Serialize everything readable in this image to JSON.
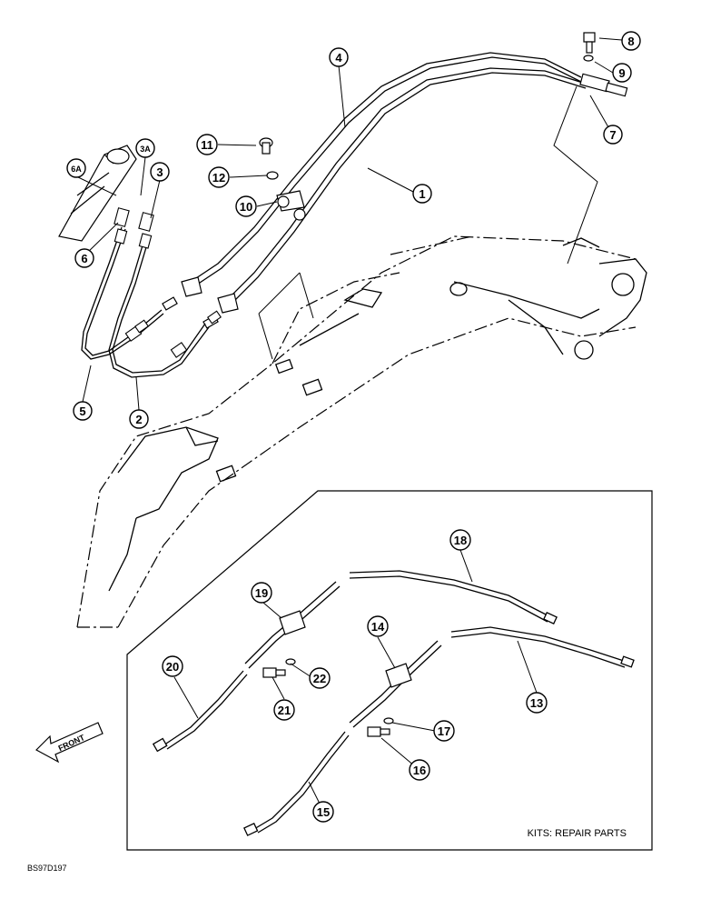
{
  "callouts": [
    {
      "id": "1",
      "label": "1"
    },
    {
      "id": "2",
      "label": "2"
    },
    {
      "id": "3",
      "label": "3"
    },
    {
      "id": "3A",
      "label": "3A"
    },
    {
      "id": "4",
      "label": "4"
    },
    {
      "id": "5",
      "label": "5"
    },
    {
      "id": "6",
      "label": "6"
    },
    {
      "id": "6A",
      "label": "6A"
    },
    {
      "id": "7",
      "label": "7"
    },
    {
      "id": "8",
      "label": "8"
    },
    {
      "id": "9",
      "label": "9"
    },
    {
      "id": "10",
      "label": "10"
    },
    {
      "id": "11",
      "label": "11"
    },
    {
      "id": "12",
      "label": "12"
    },
    {
      "id": "13",
      "label": "13"
    },
    {
      "id": "14",
      "label": "14"
    },
    {
      "id": "15",
      "label": "15"
    },
    {
      "id": "16",
      "label": "16"
    },
    {
      "id": "17",
      "label": "17"
    },
    {
      "id": "18",
      "label": "18"
    },
    {
      "id": "19",
      "label": "19"
    },
    {
      "id": "20",
      "label": "20"
    },
    {
      "id": "21",
      "label": "21"
    },
    {
      "id": "22",
      "label": "22"
    }
  ],
  "front_label": "FRONT",
  "kits_label": "KITS: REPAIR PARTS",
  "figure_code": "BS97D197"
}
